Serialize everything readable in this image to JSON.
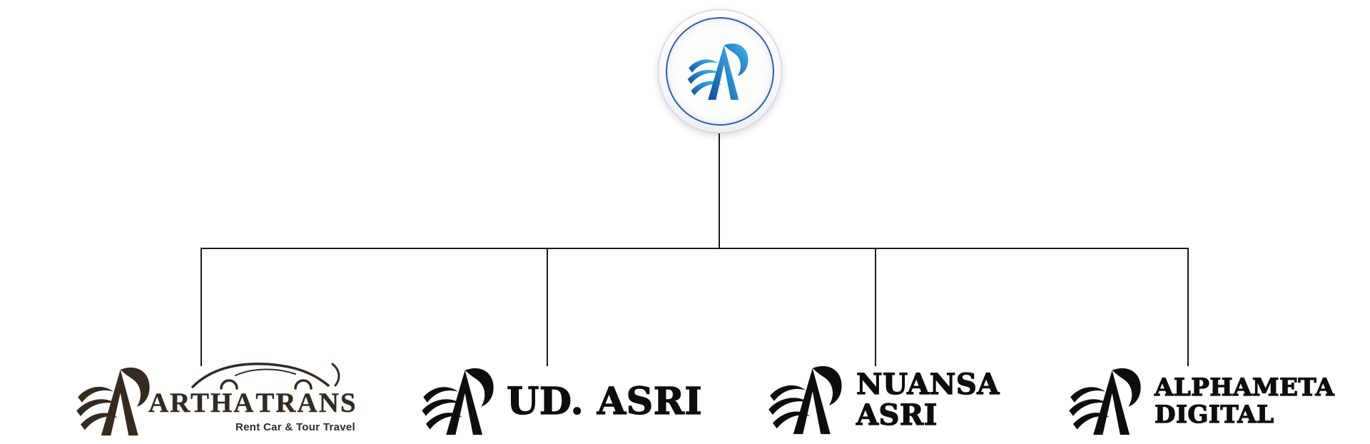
{
  "diagram": {
    "type": "org-chart",
    "background": "#ffffff",
    "connector_color": "#1a1a1a"
  },
  "root": {
    "icon": "brand-wave-peak-mark",
    "ring_color": "#2f5db3",
    "mark_gradient_start": "#0d4fa0",
    "mark_gradient_end": "#41bdf0"
  },
  "children": [
    {
      "id": "artha-trans",
      "icon": "brand-wave-peak-mark",
      "decoration_icon": "car-silhouette",
      "title": "ARTHA TRANS",
      "tagline": "Rent Car & Tour Travel",
      "color": "#352a20"
    },
    {
      "id": "ud-asri",
      "icon": "brand-wave-peak-mark",
      "title": "UD. ASRI",
      "color": "#0d0d0d"
    },
    {
      "id": "nuansa-asri",
      "icon": "brand-wave-peak-mark",
      "title_line1": "NUANSA",
      "title_line2": "ASRI",
      "color": "#0d0d0d"
    },
    {
      "id": "alphameta-digital",
      "icon": "brand-wave-peak-mark",
      "title_line1": "ALPHAMETA",
      "title_line2": "DIGITAL",
      "color": "#0d0d0d"
    }
  ]
}
